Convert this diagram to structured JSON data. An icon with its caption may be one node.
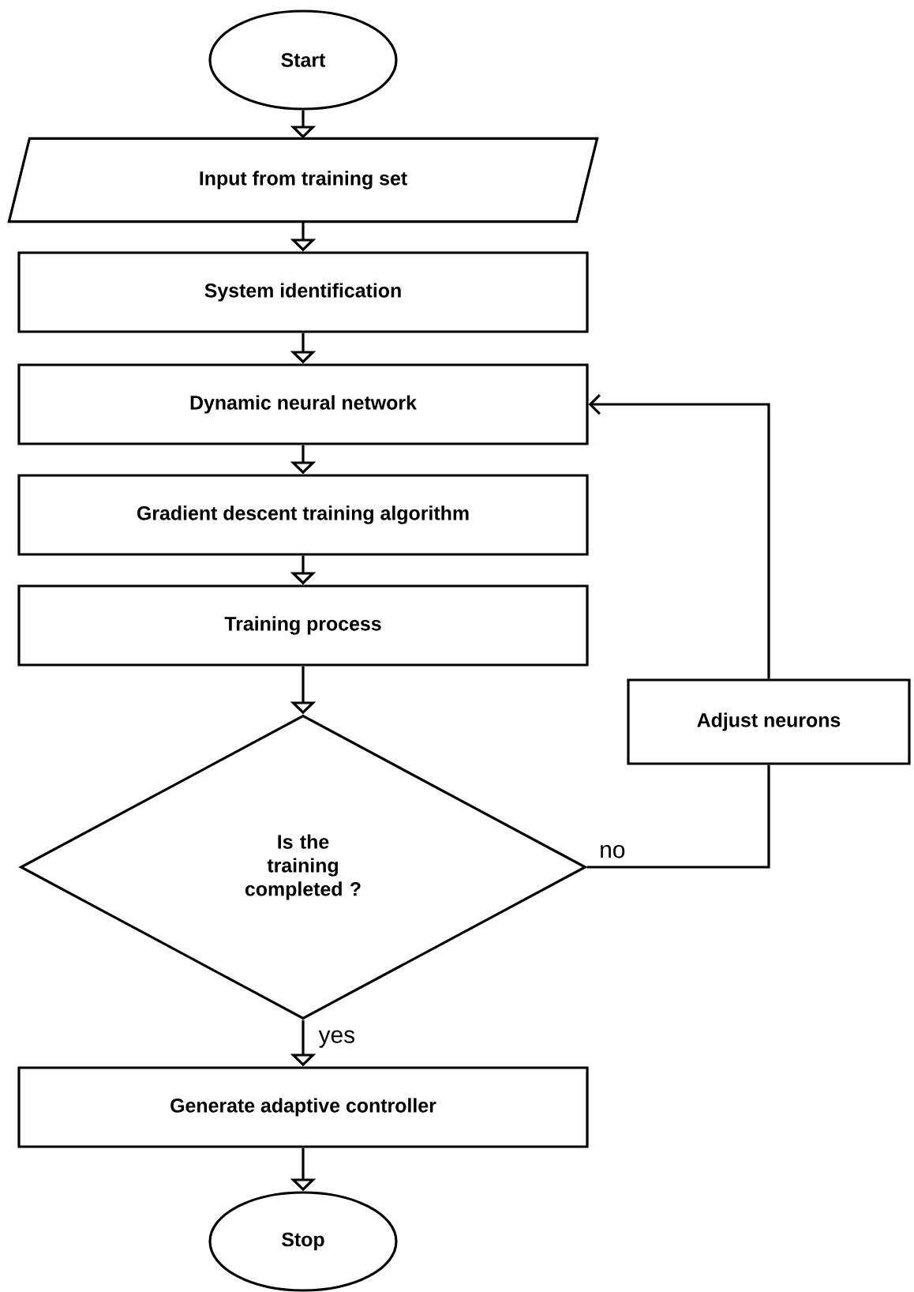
{
  "diagram": {
    "nodes": [
      {
        "text": [
          "Start"
        ]
      },
      {
        "text": [
          "Input from training set"
        ]
      },
      {
        "text": [
          "System identification"
        ]
      },
      {
        "text": [
          "Dynamic neural network"
        ]
      },
      {
        "text": [
          "Gradient descent training algorithm"
        ]
      },
      {
        "text": [
          "Training process"
        ]
      },
      {
        "text": [
          "Is the training completed ?"
        ]
      },
      {
        "text": [
          "Adjust neurons"
        ]
      },
      {
        "text": [
          "Generate adaptive controller"
        ]
      },
      {
        "text": [
          "Stop"
        ]
      }
    ],
    "edges": [
      {
        "from": 0,
        "to": 1,
        "arrow": "to"
      },
      {
        "from": 1,
        "to": 2,
        "arrow": "to"
      },
      {
        "from": 2,
        "to": 3,
        "arrow": "to"
      },
      {
        "from": 3,
        "to": 4,
        "arrow": "to"
      },
      {
        "from": 4,
        "to": 5,
        "arrow": "to"
      },
      {
        "from": 5,
        "to": 6,
        "arrow": "to"
      },
      {
        "from": 6,
        "to": 7,
        "arrow": "none",
        "label": "no"
      },
      {
        "from": 7,
        "to": 3,
        "arrow": "to"
      },
      {
        "from": 6,
        "to": 8,
        "arrow": "to",
        "label": "yes"
      },
      {
        "from": 8,
        "to": 9,
        "arrow": "to"
      }
    ]
  }
}
